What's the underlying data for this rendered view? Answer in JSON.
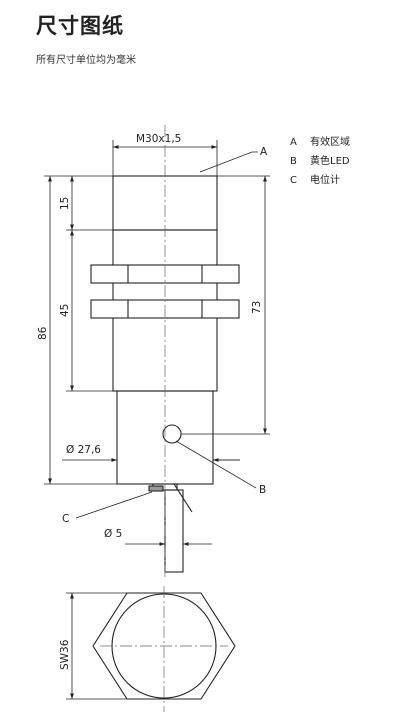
{
  "header": {
    "title": "尺寸图纸",
    "subtitle": "所有尺寸单位均为毫米"
  },
  "legend": [
    {
      "key": "A",
      "label": "有效区域"
    },
    {
      "key": "B",
      "label": "黄色LED"
    },
    {
      "key": "C",
      "label": "电位计"
    }
  ],
  "dimensions": {
    "thread": "M30x1,5",
    "top_length": "15",
    "thread_length": "45",
    "overall_length": "86",
    "body_length": "73",
    "body_diameter": "Ø 27,6",
    "cable_diameter": "Ø 5",
    "wrench_size": "SW36"
  },
  "callouts": {
    "a": "A",
    "b": "B",
    "c": "C"
  }
}
